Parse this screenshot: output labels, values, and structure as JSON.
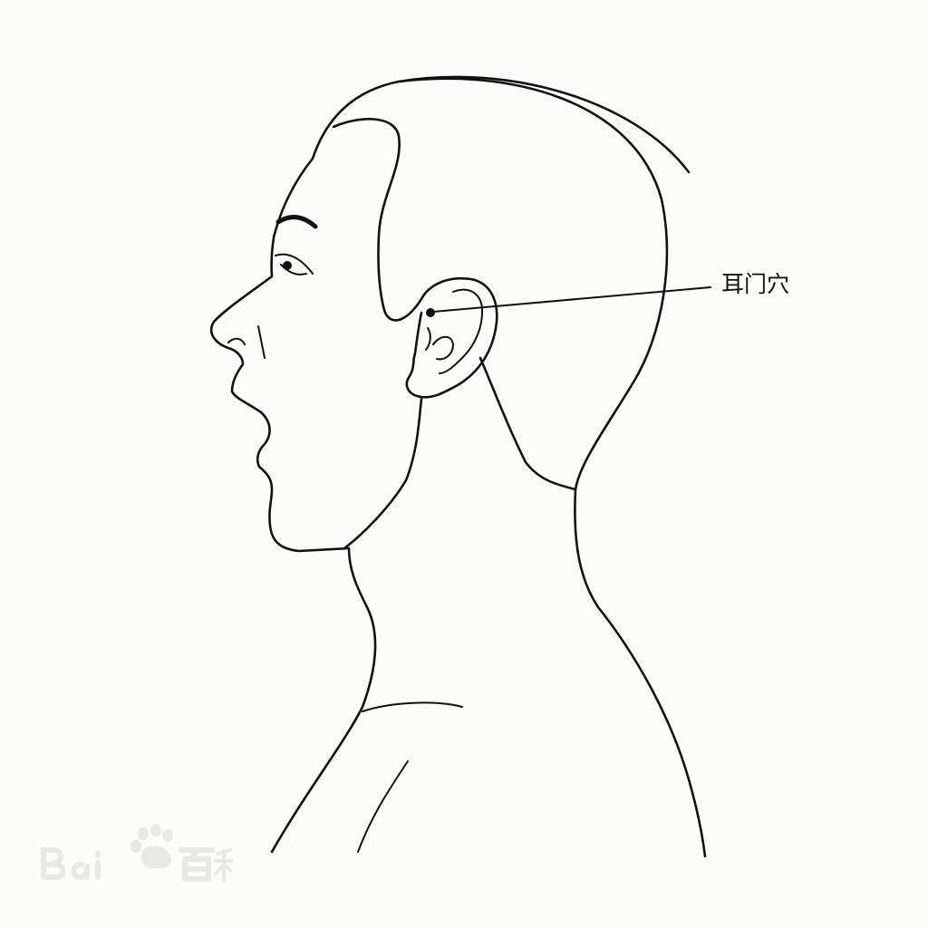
{
  "diagram": {
    "labels": [
      {
        "id": "ermen",
        "text": "耳门穴"
      }
    ]
  },
  "watermark": {
    "text": "Bai百科",
    "is_logo": true
  },
  "colors": {
    "line": "#111111",
    "background": "#fcfcfb",
    "watermark": "#d8d8d8"
  }
}
